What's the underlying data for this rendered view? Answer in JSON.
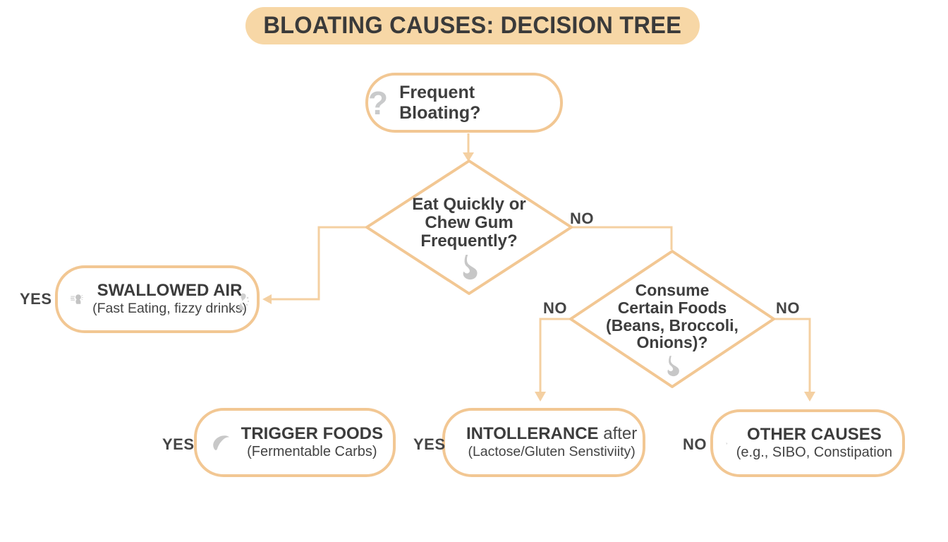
{
  "title": "BLOATING CAUSES: DECISION TREE",
  "colors": {
    "accent_border": "#f2c793",
    "accent_fill": "#f7d7a6",
    "connector": "#f4d0a2",
    "icon_gray": "#c3c3c3",
    "text_dark": "#3e3e3e"
  },
  "root": {
    "question_mark": "?",
    "label": "Frequent Bloating?"
  },
  "decisions": [
    {
      "text": "Eat Quickly or\nChew Gum\nFrequently?",
      "icon": "stomach-icon"
    },
    {
      "text": "Consume\nCertain Foods\n(Beans, Broccoli,\nOnions)?",
      "icon": "stomach-icon"
    }
  ],
  "outcomes": [
    {
      "title": "SWALLOWED AIR",
      "title_suffix": "",
      "subtitle": "(Fast Eating, fizzy drinks)",
      "icon": "fast-eating-icon"
    },
    {
      "title": "TRIGGER FOODS",
      "title_suffix": "",
      "subtitle": "(Fermentable Carbs)",
      "icon": "bean-icon"
    },
    {
      "title": "INTOLLERANCE",
      "title_suffix": " after",
      "subtitle": "(Lactose/Gluten Senstiviity)",
      "icon": "milk-carton-icon"
    },
    {
      "title": "OTHER CAUSES",
      "title_suffix": "",
      "subtitle": "(e.g., SIBO, Constipation",
      "icon": "stomach-intestines-icon"
    }
  ],
  "edge_labels": {
    "d1_no": "NO",
    "d1_yes": "YES",
    "d2_no_left": "NO",
    "d2_no_right": "NO",
    "trigger_yes": "YES",
    "intollerance_yes": "YES",
    "other_no": "NO"
  }
}
